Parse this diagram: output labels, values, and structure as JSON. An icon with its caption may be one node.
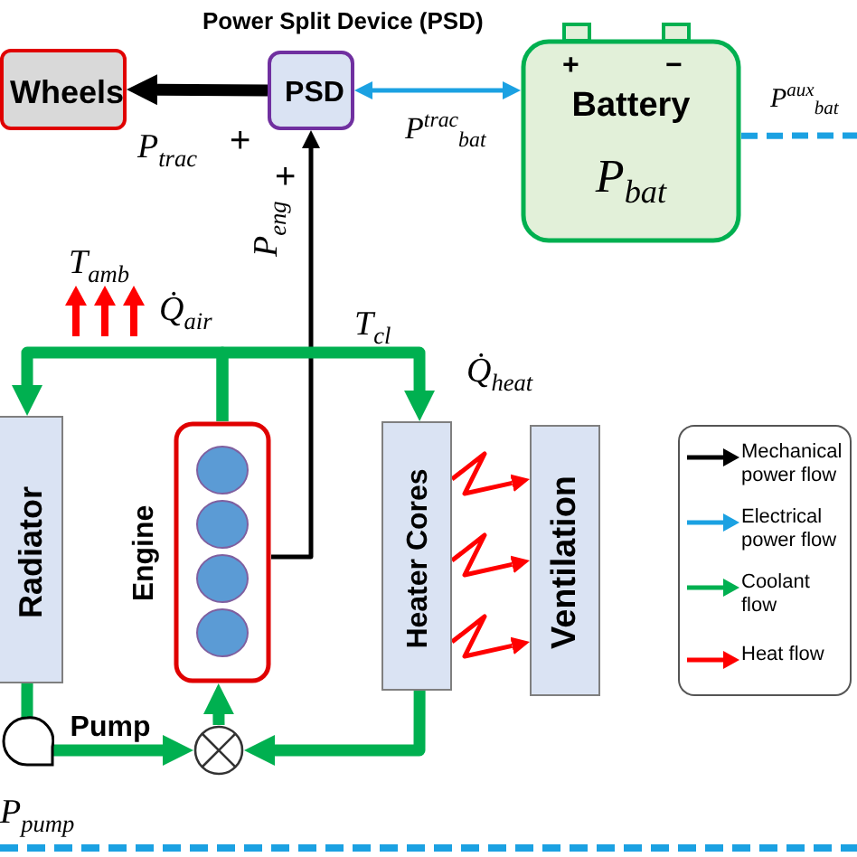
{
  "diagram": {
    "nodes": [
      {
        "text": [
          "Wheels"
        ]
      },
      {
        "text": [
          "PSD"
        ],
        "beside": [
          "Power Split Device (PSD)"
        ]
      },
      {
        "text": [
          "Battery",
          "P$_{bat}$"
        ]
      },
      {
        "text": [
          "Radiator"
        ]
      },
      {
        "text": [
          "Engine"
        ]
      },
      {
        "text": [
          "Heater Cores"
        ]
      },
      {
        "text": [
          "Ventilation"
        ]
      },
      {
        "text": [
          "Pump"
        ]
      },
      {
        "text": [],
        "shape": "circle"
      }
    ],
    "edges": [
      {
        "from": 1,
        "to": 0,
        "arrow": "to",
        "label": "P$_{trac}$",
        "color": "#000000"
      },
      {
        "from": 1,
        "to": 2,
        "arrow": "both",
        "label": "P$^{trac}$$_{bat}$",
        "color": "#1ba1e2"
      },
      {
        "from": 4,
        "to": 1,
        "arrow": "to",
        "label": "P$_{eng}$",
        "color": "#000000"
      },
      {
        "from": 2,
        "to": null,
        "arrow": "none",
        "label": "P$^{aux}$$_{bat}$",
        "style": "dashed",
        "color": "#1ba1e2"
      },
      {
        "from": 4,
        "to": 3,
        "arrow": "to"
      },
      {
        "from": 4,
        "to": 5,
        "arrow": "to",
        "label": "T$_{cl}$"
      },
      {
        "from": 3,
        "to": 7,
        "arrow": "none"
      },
      {
        "from": 7,
        "to": 8,
        "arrow": "to"
      },
      {
        "from": 5,
        "to": 8,
        "arrow": "to"
      },
      {
        "from": 8,
        "to": 4,
        "arrow": "to"
      },
      {
        "from": 5,
        "to": 6,
        "arrow": "to",
        "color": "#ff0000"
      },
      {
        "from": 5,
        "to": 6,
        "arrow": "to",
        "color": "#ff0000"
      },
      {
        "from": 5,
        "to": 6,
        "arrow": "to",
        "color": "#ff0000"
      }
    ],
    "labels": [
      "+",
      "−",
      "+",
      "+",
      "T$_{amb}$",
      "Q̇$_{air}$",
      "Q̇$_{heat}$",
      "P$_{pump}$"
    ],
    "legend": [
      {
        "text": "Mechanical power flow"
      },
      {
        "text": "Electrical power flow"
      },
      {
        "text": "Coolant flow"
      },
      {
        "text": "Heat flow"
      }
    ]
  }
}
